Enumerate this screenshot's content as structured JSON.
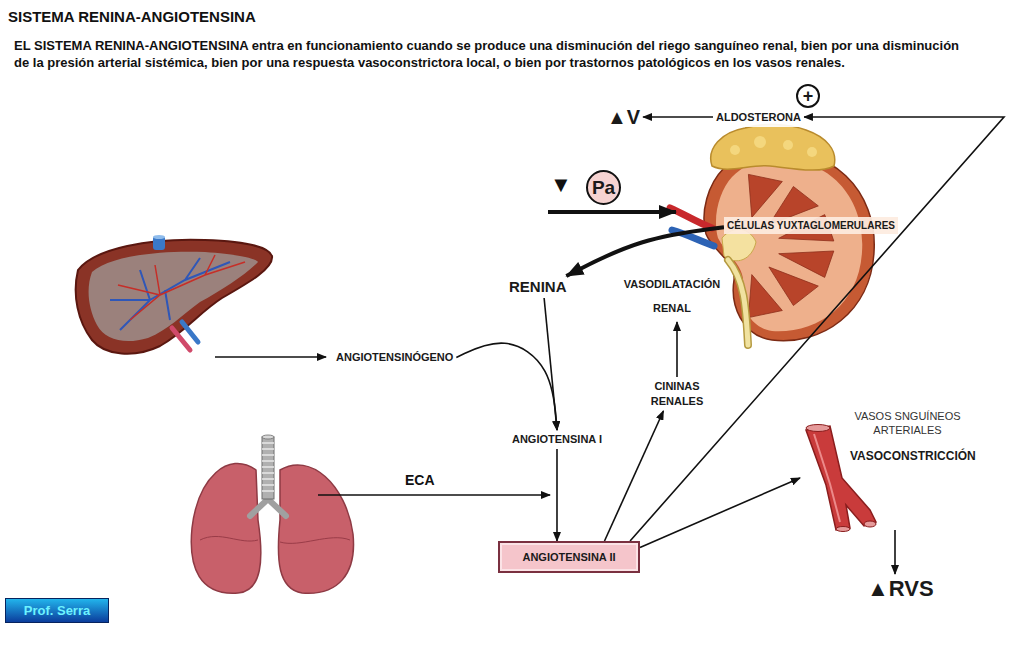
{
  "diagram": {
    "title": "SISTEMA RENINA-ANGIOTENSINA",
    "nodes": [
      {
        "text": [
          "ALDOSTERONA"
        ]
      },
      {
        "text": [
          "▲V"
        ]
      },
      {
        "text": [
          "+"
        ]
      },
      {
        "text": [
          "Pa"
        ]
      },
      {
        "text": [
          "CÉLULAS YUXTAGLOMERULARES"
        ]
      },
      {
        "text": [
          "RENINA"
        ]
      },
      {
        "text": [
          "VASODILATACIÓN RENAL"
        ]
      },
      {
        "text": [
          "ANGIOTENSINÓGENO"
        ]
      },
      {
        "text": [
          "CININAS RENALES"
        ]
      },
      {
        "text": [
          "ANGIOTENSINA I"
        ]
      },
      {
        "text": [
          "ANGIOTENSINA II"
        ]
      },
      {
        "text": [
          "VASOS SNGUÍNEOS ARTERIALES",
          "VASOCONSTRICCIÓN"
        ]
      },
      {
        "text": [
          "▲RVS"
        ]
      },
      {
        "text": [
          "Prof. Serra"
        ]
      }
    ],
    "edges": [
      {
        "from": 0,
        "to": 1,
        "arrow": "to"
      },
      {
        "from": 4,
        "to": 5,
        "arrow": "to"
      },
      {
        "from": 5,
        "to": 9,
        "arrow": "to"
      },
      {
        "from": 7,
        "to": 9,
        "arrow": "to"
      },
      {
        "from": 9,
        "to": 10,
        "arrow": "to"
      },
      {
        "from": 10,
        "to": 8,
        "arrow": "to"
      },
      {
        "from": 8,
        "to": 6,
        "arrow": "to"
      },
      {
        "from": 10,
        "to": 0,
        "arrow": "to"
      },
      {
        "from": 10,
        "to": 11,
        "arrow": "to"
      },
      {
        "from": 11,
        "to": 12,
        "arrow": "to"
      }
    ],
    "labels": [
      "EL SISTEMA RENINA-ANGIOTENSINA entra en funcionamiento cuando se produce una disminución del riego sanguíneo renal, bien por una disminución de la presión arterial sistémica, bien por una respuesta vasoconstrictora local, o bien por trastornos patológicos en los vasos renales.",
      "▼",
      "ECA"
    ]
  }
}
